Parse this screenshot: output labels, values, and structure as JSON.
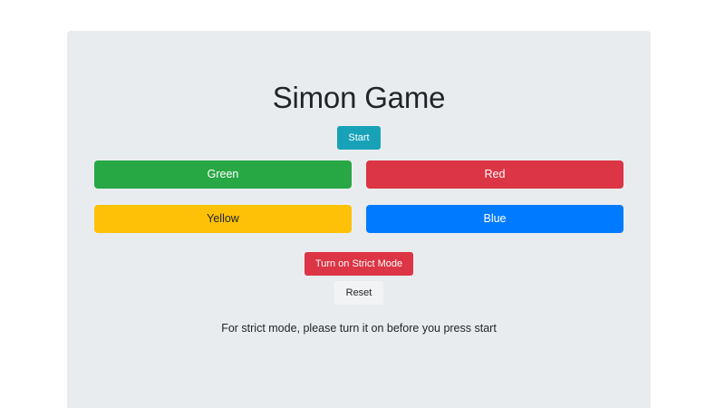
{
  "app": {
    "title": "Simon Game"
  },
  "controls": {
    "start_label": "Start",
    "strict_label": "Turn on Strict Mode",
    "reset_label": "Reset"
  },
  "pads": [
    {
      "name": "green",
      "label": "Green",
      "color": "#28a745",
      "text_color": "#ffffff"
    },
    {
      "name": "red",
      "label": "Red",
      "color": "#dc3545",
      "text_color": "#ffffff"
    },
    {
      "name": "yellow",
      "label": "Yellow",
      "color": "#ffc107",
      "text_color": "#212529"
    },
    {
      "name": "blue",
      "label": "Blue",
      "color": "#007bff",
      "text_color": "#ffffff"
    }
  ],
  "hint": {
    "text": "For strict mode, please turn it on before you press start"
  },
  "theme": {
    "page_background": "#ffffff",
    "card_background": "#e9ecef",
    "start_accent": "#17a2b8",
    "strict_accent": "#dc3545",
    "reset_background": "#f2f3f4",
    "text_color": "#212529"
  }
}
